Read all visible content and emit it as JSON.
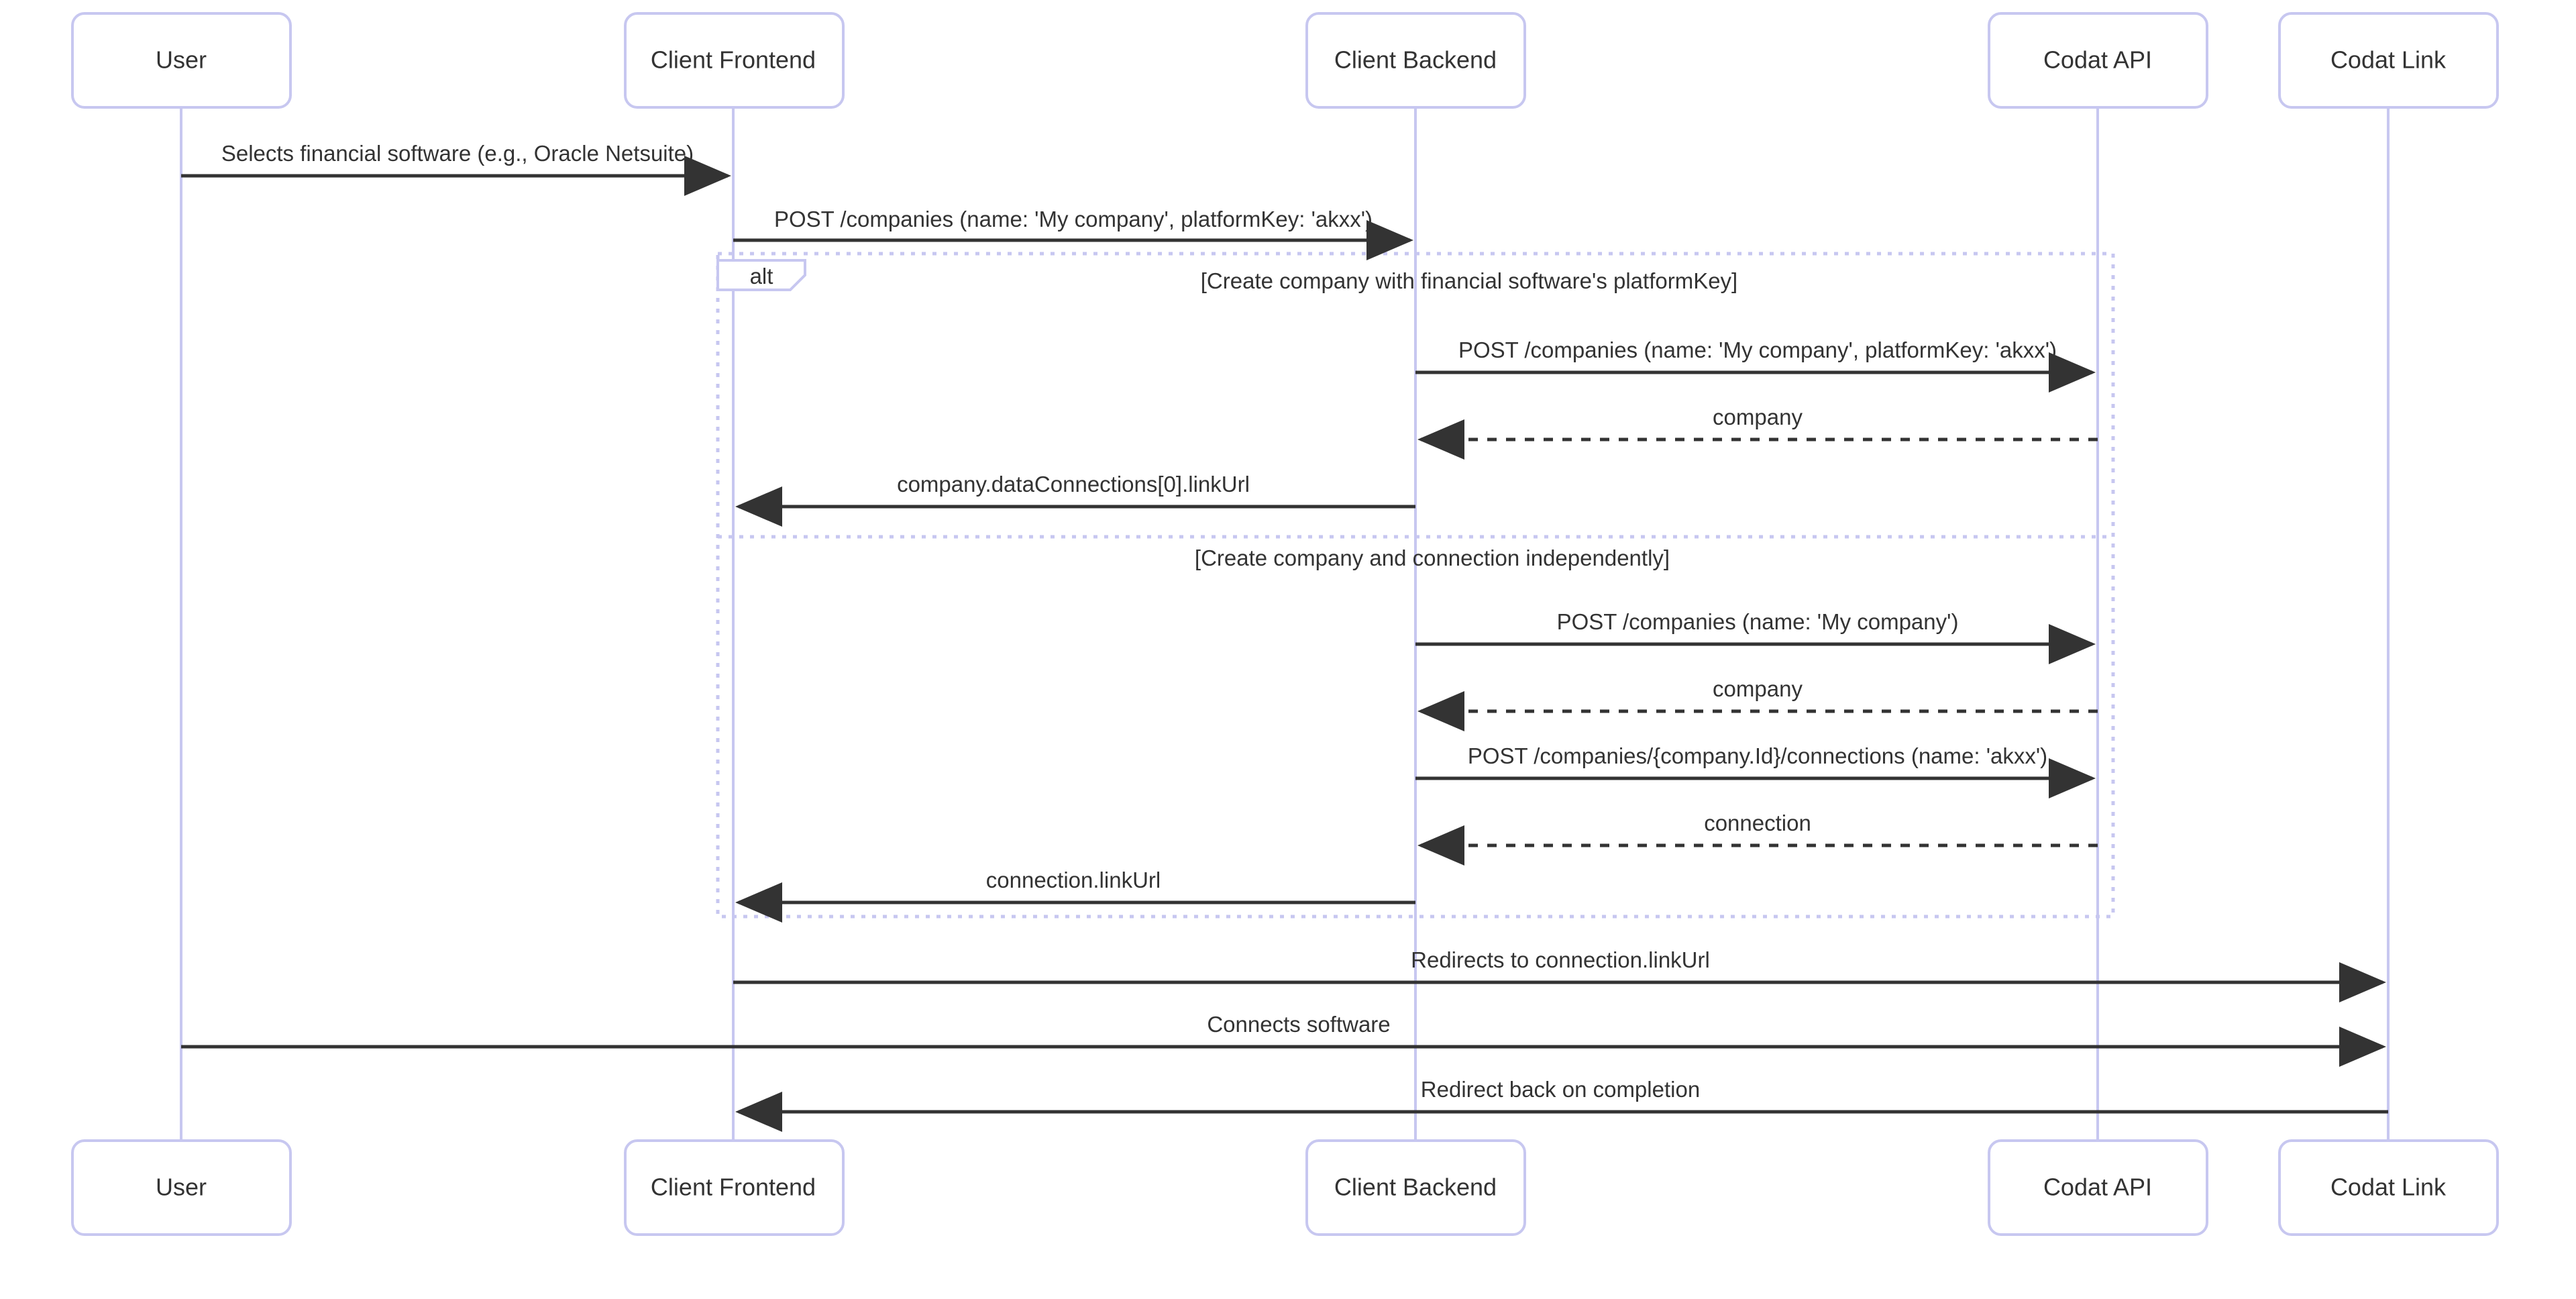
{
  "diagram": {
    "type": "sequence-diagram",
    "title": "",
    "participants": [
      {
        "id": "user",
        "label": "User"
      },
      {
        "id": "frontend",
        "label": "Client Frontend"
      },
      {
        "id": "backend",
        "label": "Client Backend"
      },
      {
        "id": "api",
        "label": "Codat API"
      },
      {
        "id": "link",
        "label": "Codat Link"
      }
    ],
    "messages": [
      {
        "index": 0,
        "from": "user",
        "to": "frontend",
        "label": "Selects financial software (e.g., Oracle Netsuite)",
        "style": "solid",
        "arrow": "filled",
        "direction": "right"
      },
      {
        "index": 1,
        "from": "frontend",
        "to": "backend",
        "label": "POST /companies (name: 'My company', platformKey: 'akxx')",
        "style": "solid",
        "arrow": "filled",
        "direction": "right"
      },
      {
        "index": 2,
        "from": "backend",
        "to": "api",
        "label": "POST /companies (name: 'My company', platformKey: 'akxx')",
        "style": "solid",
        "arrow": "filled",
        "direction": "right"
      },
      {
        "index": 3,
        "from": "api",
        "to": "backend",
        "label": "company",
        "style": "dashed",
        "arrow": "filled",
        "direction": "left"
      },
      {
        "index": 4,
        "from": "backend",
        "to": "frontend",
        "label": "company.dataConnections[0].linkUrl",
        "style": "solid",
        "arrow": "filled",
        "direction": "left"
      },
      {
        "index": 5,
        "from": "backend",
        "to": "api",
        "label": "POST /companies (name: 'My company')",
        "style": "solid",
        "arrow": "filled",
        "direction": "right"
      },
      {
        "index": 6,
        "from": "api",
        "to": "backend",
        "label": "company",
        "style": "dashed",
        "arrow": "filled",
        "direction": "left"
      },
      {
        "index": 7,
        "from": "backend",
        "to": "api",
        "label": "POST /companies/{company.Id}/connections (name: 'akxx')",
        "style": "solid",
        "arrow": "filled",
        "direction": "right"
      },
      {
        "index": 8,
        "from": "api",
        "to": "backend",
        "label": "connection",
        "style": "dashed",
        "arrow": "filled",
        "direction": "left"
      },
      {
        "index": 9,
        "from": "backend",
        "to": "frontend",
        "label": "connection.linkUrl",
        "style": "solid",
        "arrow": "filled",
        "direction": "left"
      },
      {
        "index": 10,
        "from": "frontend",
        "to": "link",
        "label": "Redirects to connection.linkUrl",
        "style": "solid",
        "arrow": "filled",
        "direction": "right"
      },
      {
        "index": 11,
        "from": "user",
        "to": "link",
        "label": "Connects software",
        "style": "solid",
        "arrow": "filled",
        "direction": "right"
      },
      {
        "index": 12,
        "from": "link",
        "to": "frontend",
        "label": "Redirect back on completion",
        "style": "solid",
        "arrow": "filled",
        "direction": "left"
      }
    ],
    "fragments": [
      {
        "id": "alt-1",
        "keyword": "alt",
        "branches": [
          {
            "condition": "[Create company with financial software's platformKey]"
          },
          {
            "condition": "[Create company and connection independently]"
          }
        ]
      }
    ],
    "colors": {
      "participant_border": "#c7c7f0",
      "participant_fill": "#ffffff",
      "lifeline": "#c7c7f0",
      "message_line": "#333333",
      "fragment_border": "#c7c7f0",
      "text": "#333333",
      "background": "#ffffff"
    }
  }
}
